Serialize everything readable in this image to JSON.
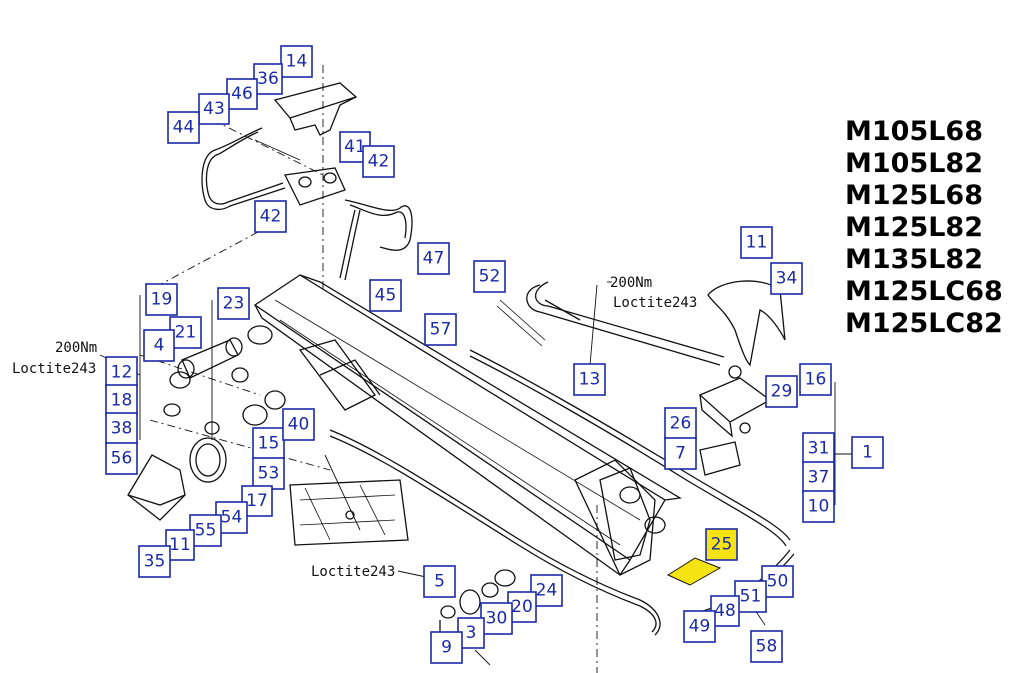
{
  "models": [
    "M105L68",
    "M105L82",
    "M125L68",
    "M125L82",
    "M135L82",
    "M125LC68",
    "M125LC82"
  ],
  "notes": {
    "torque_left_value": "200Nm",
    "torque_left_agent": "Loctite243",
    "torque_top_value": "200Nm",
    "torque_top_agent": "Loctite243",
    "loctite_bottom": "Loctite243"
  },
  "callouts": [
    {
      "id": "14",
      "label": "14"
    },
    {
      "id": "36",
      "label": "36"
    },
    {
      "id": "46",
      "label": "46"
    },
    {
      "id": "43",
      "label": "43"
    },
    {
      "id": "44",
      "label": "44"
    },
    {
      "id": "41",
      "label": "41"
    },
    {
      "id": "42a",
      "label": "42"
    },
    {
      "id": "42b",
      "label": "42"
    },
    {
      "id": "47",
      "label": "47"
    },
    {
      "id": "45",
      "label": "45"
    },
    {
      "id": "52",
      "label": "52"
    },
    {
      "id": "57",
      "label": "57"
    },
    {
      "id": "13",
      "label": "13"
    },
    {
      "id": "11a",
      "label": "11"
    },
    {
      "id": "34",
      "label": "34"
    },
    {
      "id": "19",
      "label": "19"
    },
    {
      "id": "23",
      "label": "23"
    },
    {
      "id": "21",
      "label": "21"
    },
    {
      "id": "4",
      "label": "4"
    },
    {
      "id": "12",
      "label": "12"
    },
    {
      "id": "18",
      "label": "18"
    },
    {
      "id": "38",
      "label": "38"
    },
    {
      "id": "56",
      "label": "56"
    },
    {
      "id": "15",
      "label": "15"
    },
    {
      "id": "40",
      "label": "40"
    },
    {
      "id": "53",
      "label": "53"
    },
    {
      "id": "17",
      "label": "17"
    },
    {
      "id": "54",
      "label": "54"
    },
    {
      "id": "55",
      "label": "55"
    },
    {
      "id": "11b",
      "label": "11"
    },
    {
      "id": "35",
      "label": "35"
    },
    {
      "id": "16",
      "label": "16"
    },
    {
      "id": "29",
      "label": "29"
    },
    {
      "id": "26",
      "label": "26"
    },
    {
      "id": "7",
      "label": "7"
    },
    {
      "id": "31",
      "label": "31"
    },
    {
      "id": "1",
      "label": "1"
    },
    {
      "id": "37",
      "label": "37"
    },
    {
      "id": "10",
      "label": "10"
    },
    {
      "id": "25",
      "label": "25"
    },
    {
      "id": "5",
      "label": "5"
    },
    {
      "id": "24",
      "label": "24"
    },
    {
      "id": "20",
      "label": "20"
    },
    {
      "id": "30",
      "label": "30"
    },
    {
      "id": "3",
      "label": "3"
    },
    {
      "id": "9",
      "label": "9"
    },
    {
      "id": "50",
      "label": "50"
    },
    {
      "id": "51",
      "label": "51"
    },
    {
      "id": "48",
      "label": "48"
    },
    {
      "id": "49",
      "label": "49"
    },
    {
      "id": "58",
      "label": "58"
    }
  ]
}
